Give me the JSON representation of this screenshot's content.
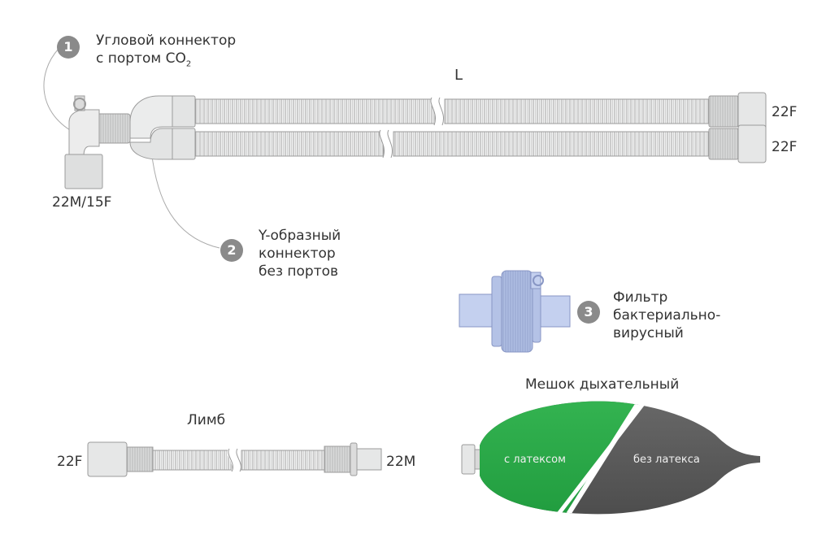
{
  "colors": {
    "tube": "#e9eaea",
    "tube_stroke": "#9b9b9b",
    "filter": "#b8c6e8",
    "bag_latex": "#2fae4b",
    "bag_nolatex": "#5a5a5a",
    "badge": "#8a8a8a"
  },
  "callouts": [
    {
      "number": "1",
      "line1": "Угловой коннектор",
      "line2": "с портом CO",
      "sub": "2"
    },
    {
      "number": "2",
      "line1": "Y-образный",
      "line2": "коннектор",
      "line3": "без портов"
    },
    {
      "number": "3",
      "line1": "Фильтр",
      "line2": "бактериально-",
      "line3": "вирусный"
    }
  ],
  "labels": {
    "length": "L",
    "end_top": "22F",
    "end_bottom": "22F",
    "angle_size": "22M/15F",
    "limb_title": "Лимб",
    "limb_left": "22F",
    "limb_right": "22M",
    "bag_title": "Мешок дыхательный",
    "bag_latex": "с латексом",
    "bag_nolatex": "без латекса"
  }
}
